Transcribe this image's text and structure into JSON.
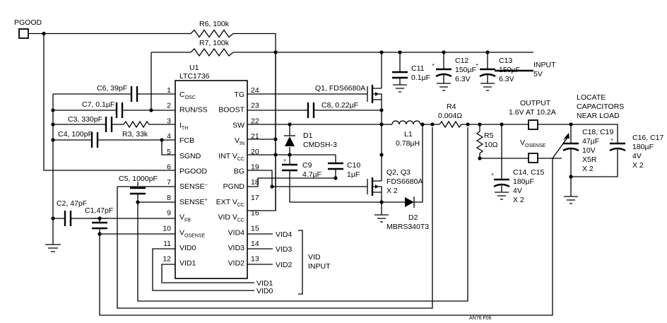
{
  "ic": {
    "ref": "U1",
    "part": "LTC1736",
    "pins_left": [
      {
        "num": "1",
        "name": "C",
        "sub": "OSC"
      },
      {
        "num": "2",
        "name": "RUN/SS",
        "sub": ""
      },
      {
        "num": "3",
        "name": "I",
        "sub": "TH"
      },
      {
        "num": "4",
        "name": "FCB",
        "sub": ""
      },
      {
        "num": "5",
        "name": "SGND",
        "sub": ""
      },
      {
        "num": "6",
        "name": "PGOOD",
        "sub": ""
      },
      {
        "num": "7",
        "name": "SENSE",
        "sub": "",
        "sup": "–"
      },
      {
        "num": "8",
        "name": "SENSE",
        "sub": "",
        "sup": "+"
      },
      {
        "num": "9",
        "name": "V",
        "sub": "FB"
      },
      {
        "num": "10",
        "name": "V",
        "sub": "OSENSE"
      },
      {
        "num": "11",
        "name": "VID0",
        "sub": ""
      },
      {
        "num": "12",
        "name": "VID1",
        "sub": ""
      }
    ],
    "pins_right": [
      {
        "num": "24",
        "name": "TG",
        "sub": "",
        "post": ""
      },
      {
        "num": "23",
        "name": "BOOST",
        "sub": "",
        "post": ""
      },
      {
        "num": "22",
        "name": "SW",
        "sub": "",
        "post": ""
      },
      {
        "num": "21",
        "name": "V",
        "sub": "IN",
        "post": ""
      },
      {
        "num": "20",
        "name": "INT V",
        "sub": "CC",
        "post": ""
      },
      {
        "num": "19",
        "name": "BG",
        "sub": "",
        "post": ""
      },
      {
        "num": "18",
        "name": "PGND",
        "sub": "",
        "post": ""
      },
      {
        "num": "17",
        "name": "EXT V",
        "sub": "CC",
        "post": ""
      },
      {
        "num": "16",
        "name": "VID V",
        "sub": "CC",
        "post": ""
      },
      {
        "num": "15",
        "name": "VID4",
        "sub": "",
        "post": ""
      },
      {
        "num": "14",
        "name": "VID3",
        "sub": "",
        "post": ""
      },
      {
        "num": "13",
        "name": "VID2",
        "sub": "",
        "post": ""
      }
    ]
  },
  "ports": {
    "pgood": "PGOOD",
    "input_l1": "INPUT",
    "input_l2": "5V",
    "output_l1": "OUTPUT",
    "output_l2": "1.6V AT 10.2A",
    "vosense_main": "V",
    "vosense_sub": "OSENSE",
    "locate_l1": "LOCATE",
    "locate_l2": "CAPACITORS",
    "locate_l3": "NEAR LOAD"
  },
  "components": {
    "r6": "R6, 100k",
    "r7": "R7, 100k",
    "c6": "C6, 39pF",
    "c7": "C7, 0.1µF",
    "c3": "C3, 330pF",
    "r3": "R3, 33k",
    "c4": "C4, 100pF",
    "c5": "C5, 1000pF",
    "c2": "C2, 47pF",
    "c1": "C1,47pF",
    "q1": "Q1, FDS6680A",
    "c8": "C8, 0.22µF",
    "d1_ref": "D1",
    "d1_part": "CMDSH-3",
    "c9_ref": "C9",
    "c9_val": "4.7µF",
    "c10_ref": "C10",
    "c10_val": "1µF",
    "q23_ref": "Q2, Q3",
    "q23_part": "FDS6680A",
    "q23_qty": "X 2",
    "d2_ref": "D2",
    "d2_part": "MBRS340T3",
    "l1_ref": "L1",
    "l1_val": "0.78µH",
    "r4_ref": "R4",
    "r4_val": "0.004Ω",
    "r5_ref": "R5",
    "r5_val": "10Ω",
    "c11_ref": "C11",
    "c11_val": "0.1µF",
    "c12_ref": "C12",
    "c12_val": "150µF",
    "c12_v": "6.3V",
    "c13_ref": "C13",
    "c13_val": "150µF",
    "c13_v": "6.3V",
    "c1415_ref": "C14, C15",
    "c1415_val": "180µF",
    "c1415_v": "4V",
    "c1415_qty": "X 2",
    "c1819_ref": "C18, C19",
    "c1819_val": "47µF",
    "c1819_v": "10V",
    "c1819_type": "X5R",
    "c1819_qty": "X 2",
    "c1617_ref": "C16, C17",
    "c1617_val": "180µF",
    "c1617_v": "4V",
    "c1617_qty": "X 2"
  },
  "vid": {
    "wire_labels": [
      "VID4",
      "VID3",
      "VID2",
      "VID1",
      "VID0"
    ],
    "bracket_l1": "VID",
    "bracket_l2": "INPUT"
  },
  "figure_id": "AN76 F06"
}
